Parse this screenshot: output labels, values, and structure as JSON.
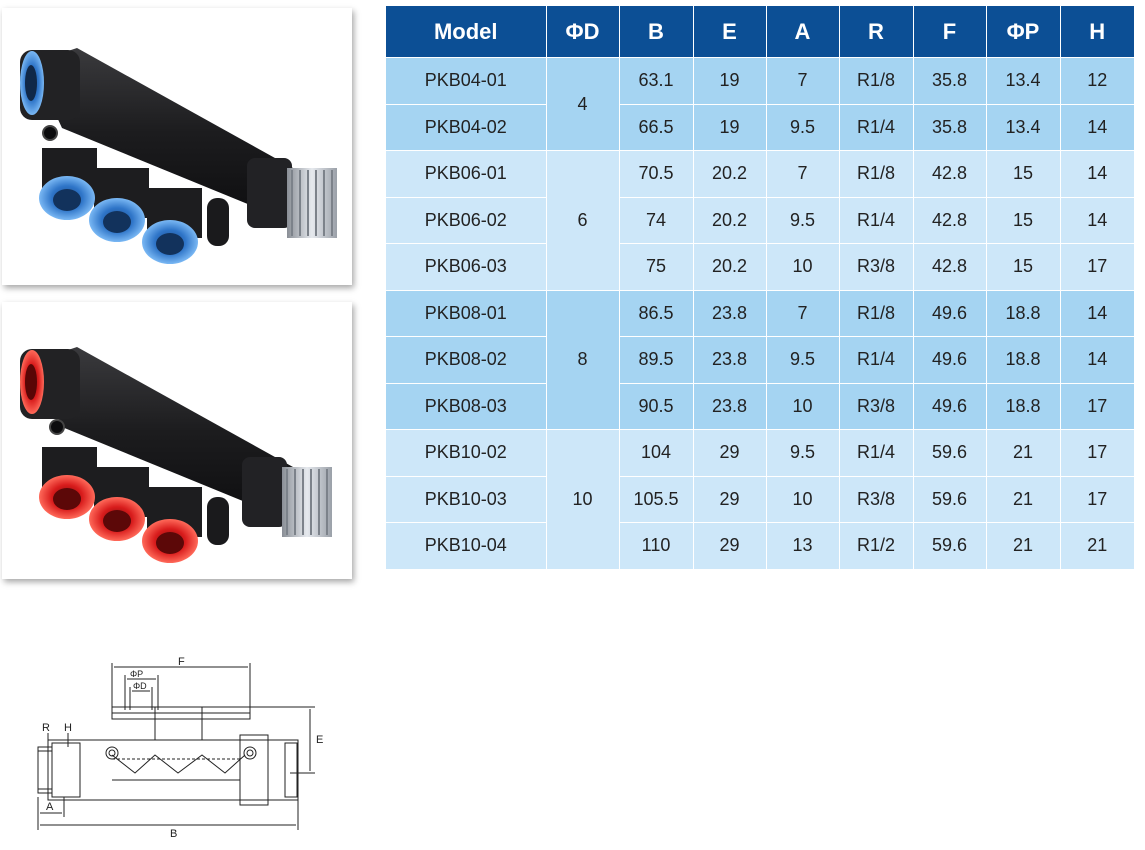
{
  "table": {
    "headers": [
      "Model",
      "ΦD",
      "B",
      "E",
      "A",
      "R",
      "F",
      "ΦP",
      "H"
    ],
    "groups": [
      {
        "d": "4",
        "rows": [
          [
            "PKB04-01",
            "63.1",
            "19",
            "7",
            "R1/8",
            "35.8",
            "13.4",
            "12"
          ],
          [
            "PKB04-02",
            "66.5",
            "19",
            "9.5",
            "R1/4",
            "35.8",
            "13.4",
            "14"
          ]
        ]
      },
      {
        "d": "6",
        "rows": [
          [
            "PKB06-01",
            "70.5",
            "20.2",
            "7",
            "R1/8",
            "42.8",
            "15",
            "14"
          ],
          [
            "PKB06-02",
            "74",
            "20.2",
            "9.5",
            "R1/4",
            "42.8",
            "15",
            "14"
          ],
          [
            "PKB06-03",
            "75",
            "20.2",
            "10",
            "R3/8",
            "42.8",
            "15",
            "17"
          ]
        ]
      },
      {
        "d": "8",
        "rows": [
          [
            "PKB08-01",
            "86.5",
            "23.8",
            "7",
            "R1/8",
            "49.6",
            "18.8",
            "14"
          ],
          [
            "PKB08-02",
            "89.5",
            "23.8",
            "9.5",
            "R1/4",
            "49.6",
            "18.8",
            "14"
          ],
          [
            "PKB08-03",
            "90.5",
            "23.8",
            "10",
            "R3/8",
            "49.6",
            "18.8",
            "17"
          ]
        ]
      },
      {
        "d": "10",
        "rows": [
          [
            "PKB10-02",
            "104",
            "29",
            "9.5",
            "R1/4",
            "59.6",
            "21",
            "17"
          ],
          [
            "PKB10-03",
            "105.5",
            "29",
            "10",
            "R3/8",
            "59.6",
            "21",
            "17"
          ],
          [
            "PKB10-04",
            "110",
            "29",
            "13",
            "R1/2",
            "59.6",
            "21",
            "21"
          ]
        ]
      }
    ]
  },
  "drawing_labels": {
    "f": "F",
    "p": "ΦP",
    "d": "ΦD",
    "r": "R",
    "h": "H",
    "e": "E",
    "a": "A",
    "b": "B"
  },
  "colors": {
    "header_bg": "#0c4f95",
    "row_dark": "#a5d4f2",
    "row_light": "#cde7f9",
    "body_black": "#1e1e20",
    "ring_blue": "#3d8fe0",
    "ring_red": "#e02020"
  }
}
